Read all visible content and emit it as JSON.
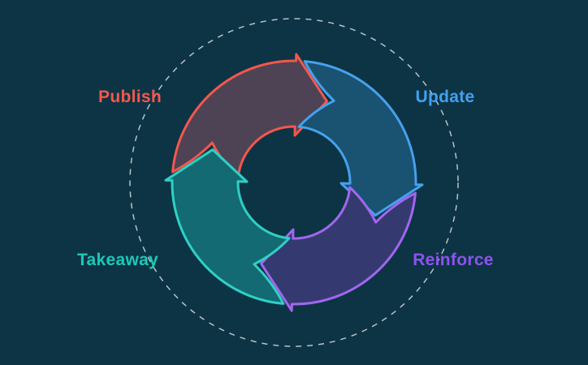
{
  "diagram": {
    "type": "cycle",
    "background_color": "#0c3444",
    "dashed_circle_color": "#cdd2d6",
    "steps": [
      {
        "id": "publish",
        "label": "Publish",
        "label_color": "#f4574d",
        "arrow_fill": "#4d4355",
        "arrow_stroke": "#f4574d",
        "position": "top-left"
      },
      {
        "id": "update",
        "label": "Update",
        "label_color": "#42a0f0",
        "arrow_fill": "#1a5272",
        "arrow_stroke": "#46a1ec",
        "position": "top-right"
      },
      {
        "id": "reinforce",
        "label": "Reinforce",
        "label_color": "#8d52f0",
        "arrow_fill": "#343a70",
        "arrow_stroke": "#a266f0",
        "position": "bottom-right"
      },
      {
        "id": "takeaway",
        "label": "Takeaway",
        "label_color": "#1fc8b9",
        "arrow_fill": "#136a72",
        "arrow_stroke": "#2fd0c4",
        "position": "bottom-left"
      }
    ]
  }
}
